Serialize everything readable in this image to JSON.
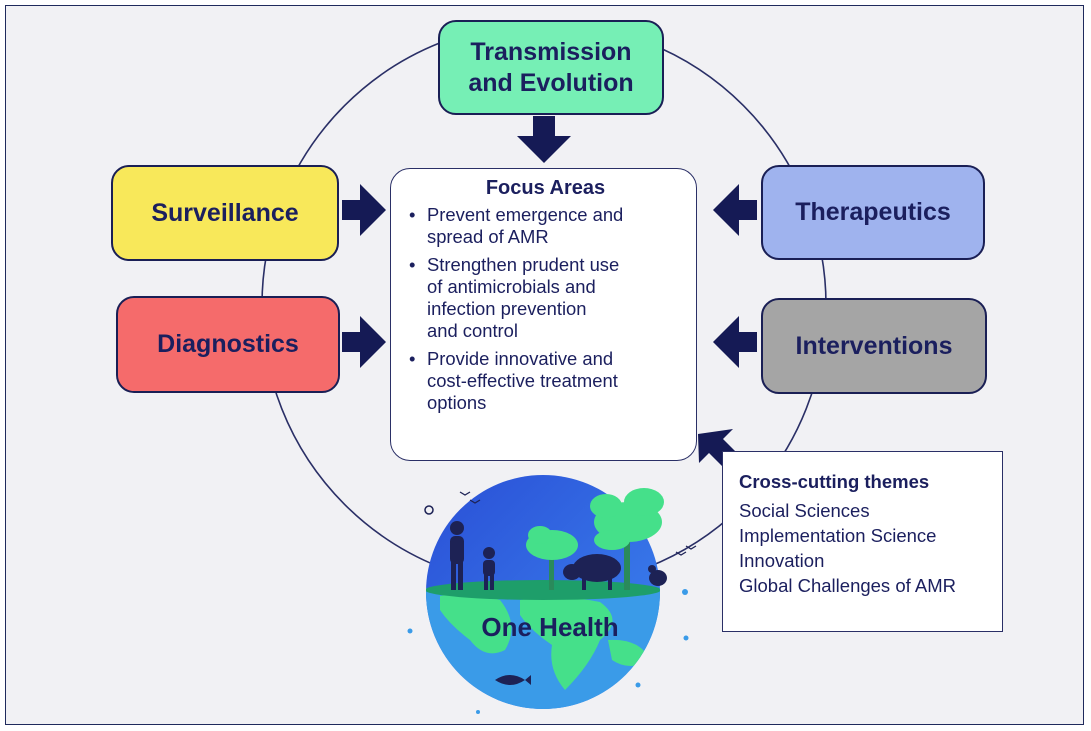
{
  "boxes": {
    "transmission": {
      "line1": "Transmission",
      "line2": "and Evolution",
      "color": "#76efb5"
    },
    "surveillance": {
      "label": "Surveillance",
      "color": "#f8e85a"
    },
    "diagnostics": {
      "label": "Diagnostics",
      "color": "#f56b6b"
    },
    "therapeutics": {
      "label": "Therapeutics",
      "color": "#9fb3ee"
    },
    "interventions": {
      "label": "Interventions",
      "color": "#a5a5a5"
    }
  },
  "focus_areas": {
    "title": "Focus Areas",
    "items": [
      {
        "line1": "Prevent emergence and",
        "line2": "spread of AMR"
      },
      {
        "line1": "Strengthen prudent use",
        "line2": "of antimicrobials and",
        "line3": "infection prevention",
        "line4": "and control"
      },
      {
        "line1": "Provide innovative and",
        "line2": "cost-effective treatment",
        "line3": "options"
      }
    ]
  },
  "cross_cutting": {
    "title": "Cross-cutting themes",
    "items": [
      "Social Sciences",
      "Implementation Science",
      "Innovation",
      "Global Challenges of AMR"
    ]
  },
  "one_health": {
    "label": "One Health"
  },
  "colors": {
    "arrow": "#151a55",
    "text": "#1b1f5e",
    "ocean": "#3a9be8",
    "land": "#45e08a"
  }
}
